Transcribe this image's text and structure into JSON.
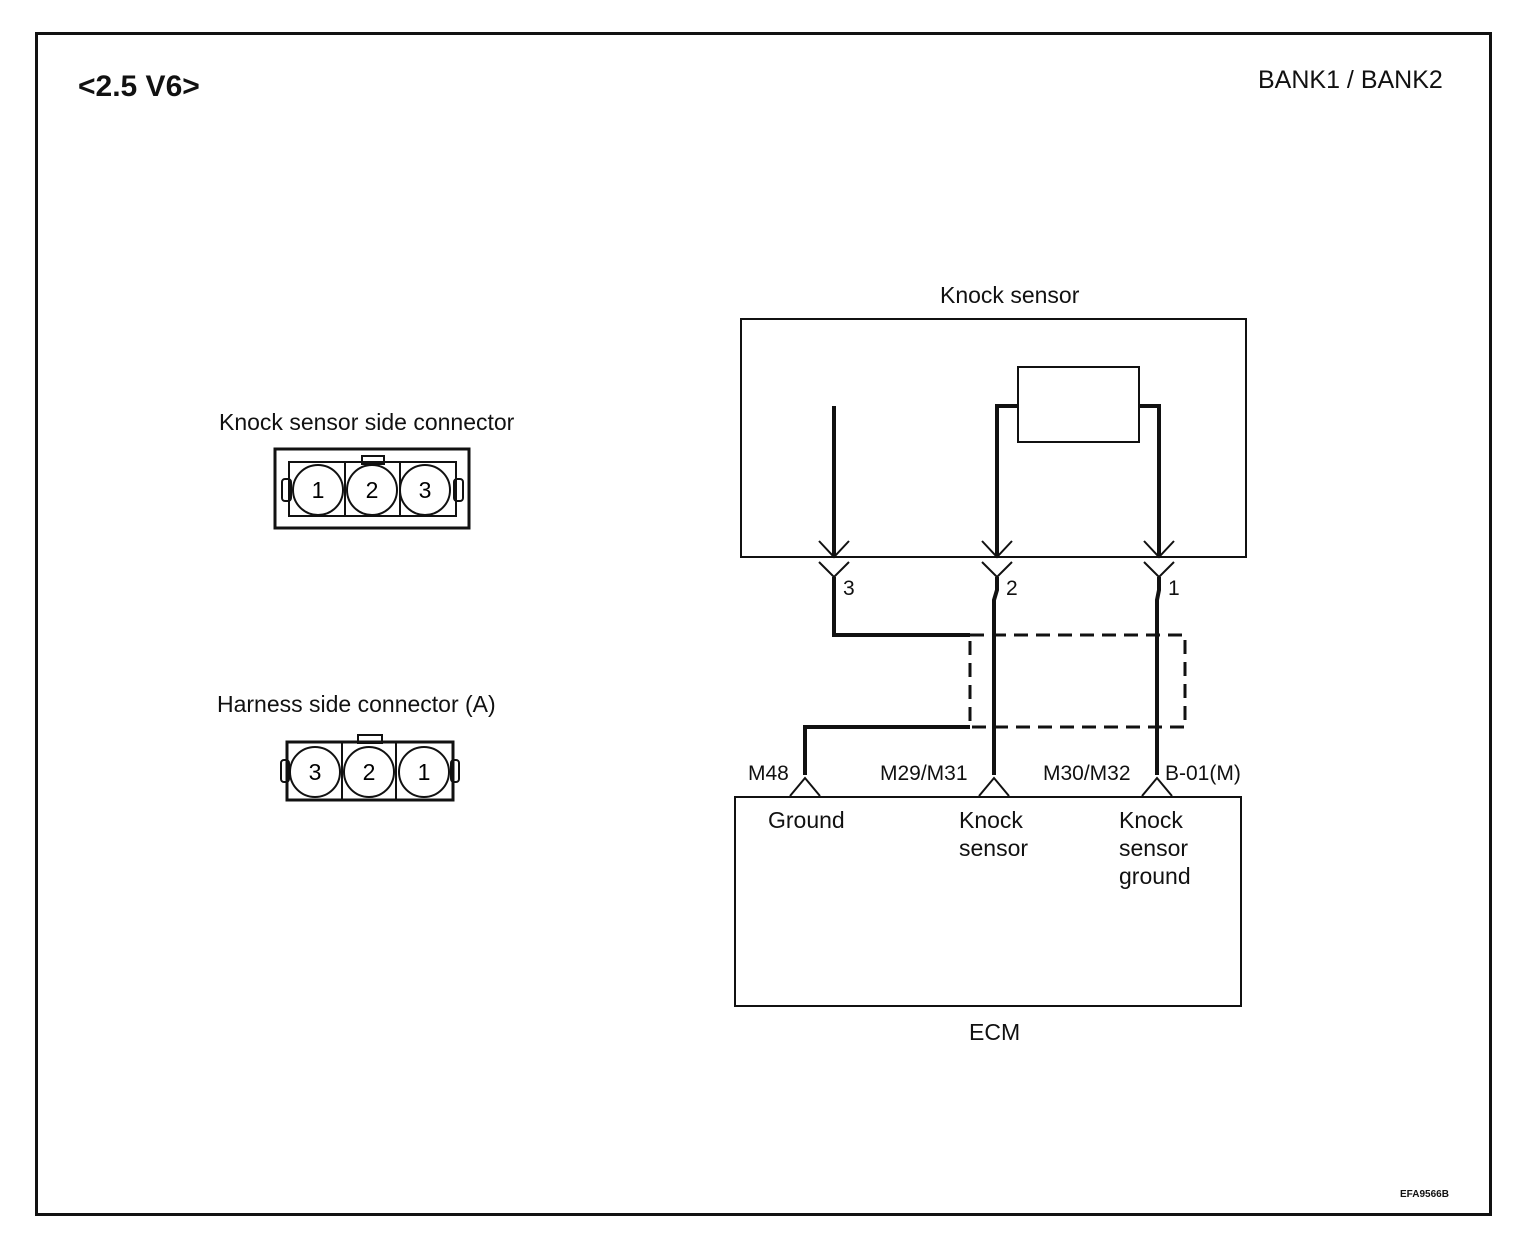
{
  "header": {
    "engine": "<2.5 V6>",
    "bank": "BANK1 / BANK2"
  },
  "connectors": {
    "sensor_side": {
      "title": "Knock sensor side connector",
      "pins": [
        "1",
        "2",
        "3"
      ]
    },
    "harness_side": {
      "title": "Harness side connector (A)",
      "pins": [
        "3",
        "2",
        "1"
      ]
    }
  },
  "schematic": {
    "sensor_title": "Knock sensor",
    "sensor_pins": [
      "3",
      "2",
      "1"
    ],
    "ecm_title": "ECM",
    "ecm_terminals": [
      {
        "code": "M48",
        "function": "Ground"
      },
      {
        "code": "M29/M31",
        "function": "Knock\nsensor"
      },
      {
        "code": "M30/M32",
        "function": "Knock\nsensor\nground"
      }
    ],
    "connector_id": "B-01(M)"
  },
  "figure_code": "EFA9566B"
}
